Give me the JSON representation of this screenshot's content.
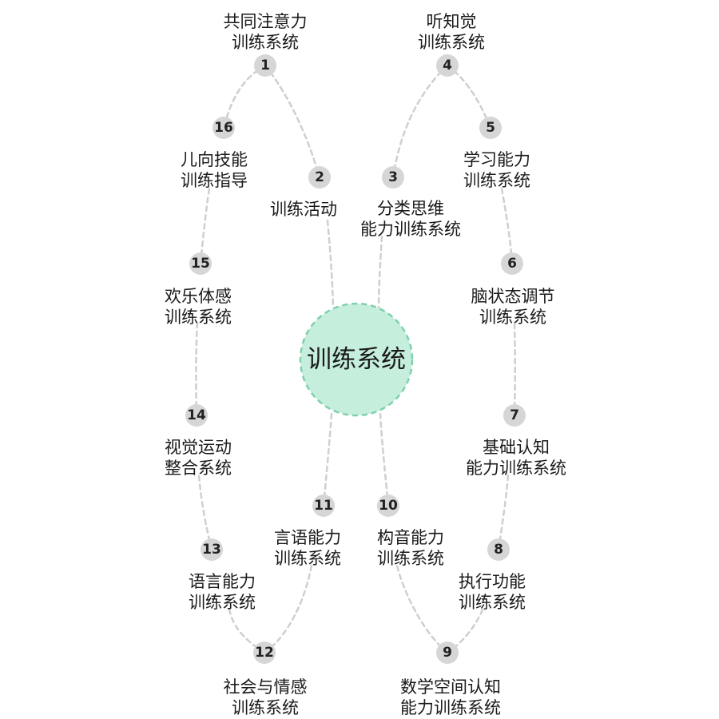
{
  "colors": {
    "connector": "#cfcfcf",
    "badge_fill": "#d6d6d6",
    "center_fill": "#c6eedc",
    "center_stroke": "#7fd0ad",
    "text": "#1a1a1a"
  },
  "center": {
    "label": "训练系统"
  },
  "nodes": [
    {
      "num": "1",
      "lines": [
        "共同注意力",
        "训练系统"
      ]
    },
    {
      "num": "2",
      "lines": [
        "训练活动"
      ]
    },
    {
      "num": "3",
      "lines": [
        "分类思维",
        "能力训练系统"
      ]
    },
    {
      "num": "4",
      "lines": [
        "听知觉",
        "训练系统"
      ]
    },
    {
      "num": "5",
      "lines": [
        "学习能力",
        "训练系统"
      ]
    },
    {
      "num": "6",
      "lines": [
        "脑状态调节",
        "训练系统"
      ]
    },
    {
      "num": "7",
      "lines": [
        "基础认知",
        "能力训练系统"
      ]
    },
    {
      "num": "8",
      "lines": [
        "执行功能",
        "训练系统"
      ]
    },
    {
      "num": "9",
      "lines": [
        "数学空间认知",
        "能力训练系统"
      ]
    },
    {
      "num": "10",
      "lines": [
        "构音能力",
        "训练系统"
      ]
    },
    {
      "num": "11",
      "lines": [
        "言语能力",
        "训练系统"
      ]
    },
    {
      "num": "12",
      "lines": [
        "社会与情感",
        "训练系统"
      ]
    },
    {
      "num": "13",
      "lines": [
        "语言能力",
        "训练系统"
      ]
    },
    {
      "num": "14",
      "lines": [
        "视觉运动",
        "整合系统"
      ]
    },
    {
      "num": "15",
      "lines": [
        "欢乐体感",
        "训练系统"
      ]
    },
    {
      "num": "16",
      "lines": [
        "儿向技能",
        "训练指导"
      ]
    }
  ]
}
